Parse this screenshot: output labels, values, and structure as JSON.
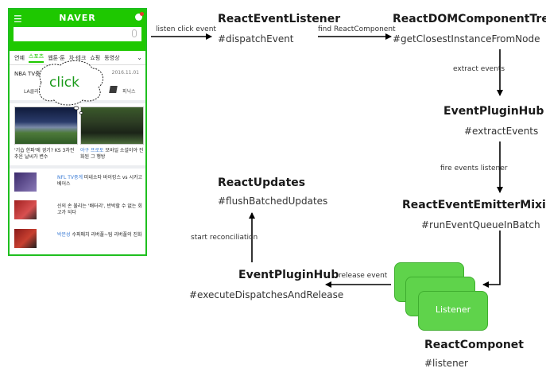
{
  "phone": {
    "logo": "NAVER",
    "menu_icon": "hamburger-icon",
    "tabs": [
      "연예",
      "스포츠",
      "웹툰·툰",
      "차·테크",
      "쇼핑",
      "동영상"
    ],
    "active_tab_index": 1,
    "card_title": "NBA TV중계",
    "card_date": "2016.11.01",
    "score_left": "LA클리퍼스",
    "score_right": "피닉스",
    "caption_left": "'기습 한파'에 경기? KS 3차전 추운 날씨가 변수",
    "caption_right_highlight": "야구 프로토",
    "caption_right": " 모바일 소설이야 진화된 그 행방",
    "rows": [
      {
        "highlight": "NFL TV중계",
        "text": " 미네소타 바이킹스 vs 시카고 베어스"
      },
      {
        "highlight": "",
        "text": "신의 손 불리는 '배터리', 반박할 수 없는 회고가 되다"
      },
      {
        "highlight": "박문성",
        "text": " 수퍼매치 리버풀~팀 리버풀의 진화"
      }
    ]
  },
  "callout": {
    "text": "click"
  },
  "nodes": {
    "react_event_listener": {
      "title": "ReactEventListener",
      "method": "#dispatchEvent"
    },
    "react_dom_component_tree": {
      "title": "ReactDOMComponentTree",
      "method": "#getClosestInstanceFromNode"
    },
    "event_plugin_hub_top": {
      "title": "EventPluginHub",
      "method": "#extractEvents"
    },
    "react_event_emitter_mixin": {
      "title": "ReactEventEmitterMixin",
      "method": "#runEventQueueInBatch"
    },
    "react_component": {
      "title": "ReactComponet",
      "method": "#listener"
    },
    "event_plugin_hub_bottom": {
      "title": "EventPluginHub",
      "method": "#executeDispatchesAndRelease"
    },
    "react_updates": {
      "title": "ReactUpdates",
      "method": "#flushBatchedUpdates"
    }
  },
  "edges": {
    "listen_click_event": "listen click event",
    "find_react_component": "find ReactComponent",
    "extract_events": "extract events",
    "fire_events_listener": "fire events listener",
    "release_event": "release event",
    "start_reconciliation": "start reconciliation"
  },
  "listener_stack": {
    "label": "Listener"
  },
  "colors": {
    "naver_green": "#1ec800",
    "listener_green": "#5fd34b",
    "arrow": "#000000"
  }
}
